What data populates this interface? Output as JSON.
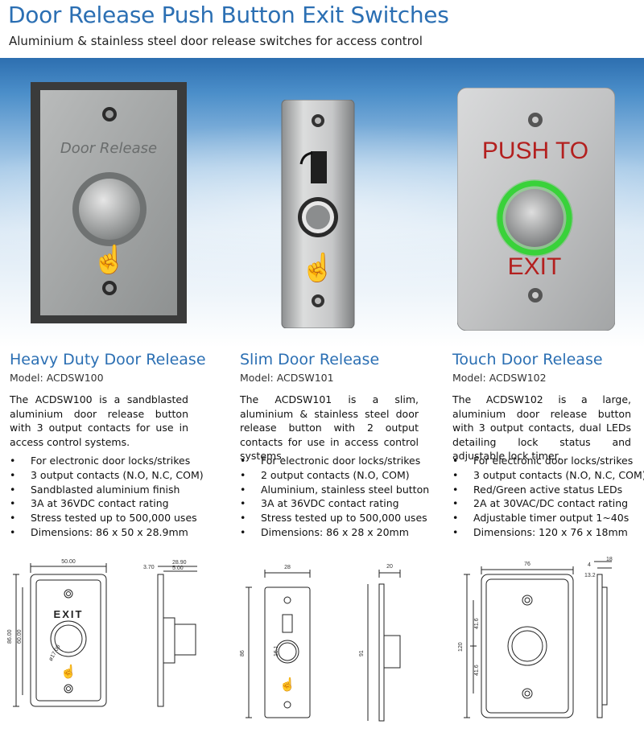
{
  "header": {
    "title": "Door Release Push Button Exit Switches",
    "subtitle": "Aluminium & stainless steel door release switches for access control"
  },
  "products": [
    {
      "name": "Heavy Duty Door Release",
      "model": "Model: ACDSW100",
      "description": "The ACDSW100 is a sandblasted aluminium door release button with 3 output contacts for use in access control systems.",
      "features": [
        "For electronic door locks/strikes",
        "3 output contacts (N.O, N.C, COM)",
        "Sandblasted aluminium finish",
        "3A at 36VDC contact rating",
        "Stress tested up to 500,000 uses",
        "Dimensions: 86 x 50 x 28.9mm"
      ],
      "plate_text": "Door Release",
      "drawing": {
        "front_text": "EXIT",
        "width": "50.00",
        "height_outer": "86.00",
        "height_inner": "60.00",
        "dia": "ø17.00",
        "depth": "28.90",
        "side_a": "3.70",
        "side_b": "5.00"
      }
    },
    {
      "name": "Slim Door Release",
      "model": "Model: ACDSW101",
      "description": "The ACDSW101 is a slim, aluminium & stainless steel door release button with 2 output contacts for use in access control systems.",
      "features": [
        "For electronic door locks/strikes",
        "2 output contacts (N.O, COM)",
        "Aluminium, stainless steel button",
        "3A at 36VDC contact rating",
        "Stress tested up to 500,000 uses",
        "Dimensions: 86 x 28 x 20mm"
      ],
      "drawing": {
        "width": "28",
        "height": "86",
        "dia": "16.1",
        "depth": "20",
        "side_height": "91"
      }
    },
    {
      "name": "Touch Door Release",
      "model": "Model: ACDSW102",
      "description": "The ACDSW102 is a large, aluminium door release button with 3 output contacts, dual LEDs detailing lock status and adjustable lock timer.",
      "features": [
        "For electronic door locks/strikes",
        "3 output contacts (N.O, N.C, COM)",
        "Red/Green active status LEDs",
        "2A at 30VAC/DC contact rating",
        "Adjustable timer output 1~40s",
        "Dimensions: 120 x 76 x 18mm"
      ],
      "plate_top": "PUSH TO",
      "plate_bottom": "EXIT",
      "drawing": {
        "width": "76",
        "height": "120",
        "half_a": "41.6",
        "half_b": "41.6",
        "depth": "18",
        "side_a": "4",
        "side_b": "13.2"
      }
    }
  ],
  "colors": {
    "accent": "#2b6fb3",
    "led": "#39d23a",
    "plate_text": "#b3201f"
  }
}
